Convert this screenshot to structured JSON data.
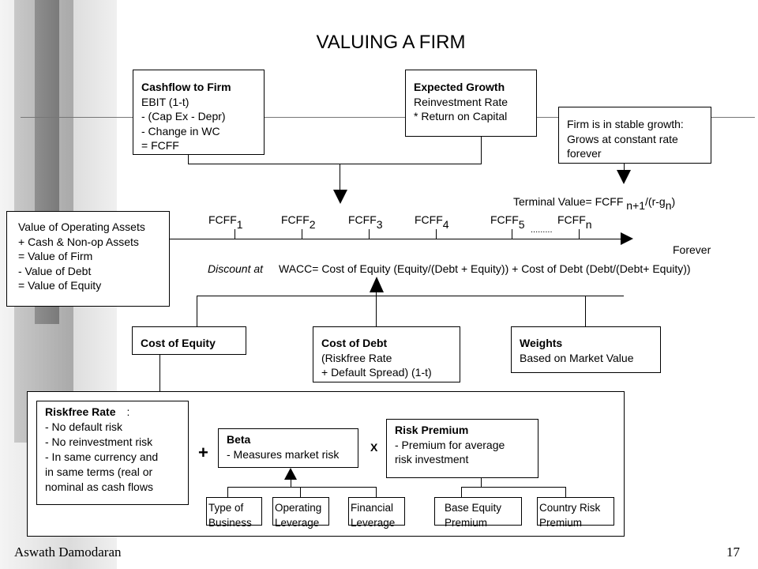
{
  "title": "VALUING A FIRM",
  "cashflow": {
    "heading": "Cashflow to Firm",
    "lines": [
      "EBIT (1-t)",
      "- (Cap Ex - Depr)",
      "- Change in WC",
      "= FCFF"
    ]
  },
  "growth": {
    "heading": "Expected Growth",
    "lines": [
      "Reinvestment Rate",
      "* Return on Capital"
    ]
  },
  "stable": {
    "lines": [
      "Firm is in stable growth:",
      "Grows at constant rate",
      "forever"
    ]
  },
  "terminal": {
    "prefix": "Terminal Value= FCFF ",
    "sub1": "n+1",
    "mid": "/(r-g",
    "sub2": "n",
    "suffix": ")"
  },
  "value_box": {
    "lines": [
      "Value of Operating Assets",
      "+ Cash & Non-op Assets",
      "= Value of Firm",
      "- Value of Debt",
      "= Value of Equity"
    ]
  },
  "fcff": {
    "label": "FCFF",
    "subs": [
      "1",
      "2",
      "3",
      "4",
      "5",
      "n"
    ],
    "dots": "........."
  },
  "forever": "Forever",
  "discount": {
    "prefix": "Discount at",
    "formula": "WACC= Cost of Equity (Equity/(Debt + Equity)) + Cost of Debt (Debt/(Debt+ Equity))"
  },
  "cost_equity": {
    "heading": "Cost of Equity"
  },
  "cost_debt": {
    "heading": "Cost of Debt",
    "lines": [
      "(Riskfree Rate",
      "+ Default Spread) (1-t)"
    ]
  },
  "weights": {
    "heading": "Weights",
    "lines": [
      "Based on Market Value"
    ]
  },
  "riskfree": {
    "heading": "Riskfree Rate",
    "colon": ":",
    "lines": [
      "- No default risk",
      "- No reinvestment risk",
      "- In same currency and",
      "in same terms (real or",
      "nominal as cash flows"
    ]
  },
  "plus": "+",
  "beta": {
    "heading": "Beta",
    "lines": [
      "- Measures market risk"
    ]
  },
  "times": "X",
  "risk_premium": {
    "heading": "Risk Premium",
    "lines": [
      "- Premium for average",
      "risk investment"
    ]
  },
  "beta_drivers": [
    [
      "Type of",
      "Business"
    ],
    [
      "Operating",
      "Leverage"
    ],
    [
      "Financial",
      "Leverage"
    ]
  ],
  "premium_drivers": [
    [
      "Base Equity",
      "Premium"
    ],
    [
      "Country Risk",
      "Premium"
    ]
  ],
  "footer": {
    "author": "Aswath Damodaran",
    "page": "17"
  }
}
